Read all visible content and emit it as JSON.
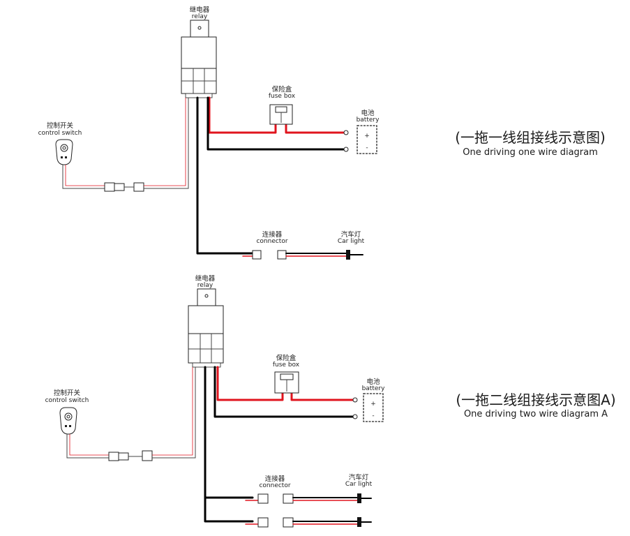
{
  "diagrams": [
    {
      "relay": {
        "cn": "继电器",
        "en": "relay"
      },
      "fuse": {
        "cn": "保险盒",
        "en": "fuse box"
      },
      "battery": {
        "cn": "电池",
        "en": "battery",
        "plus": "+",
        "minus": "-"
      },
      "switch": {
        "cn": "控制开关",
        "en": "control switch"
      },
      "connector": {
        "cn": "连接器",
        "en": "connector"
      },
      "light": {
        "cn": "汽车灯",
        "en": "Car light"
      },
      "caption": {
        "cn": "(一拖一线组接线示意图)",
        "en": "One driving one wire diagram"
      }
    },
    {
      "relay": {
        "cn": "继电器",
        "en": "relay"
      },
      "fuse": {
        "cn": "保险盒",
        "en": "fuse box"
      },
      "battery": {
        "cn": "电池",
        "en": "battery",
        "plus": "+",
        "minus": "-"
      },
      "switch": {
        "cn": "控制开关",
        "en": "control switch"
      },
      "connector": {
        "cn": "连接器",
        "en": "connector"
      },
      "light": {
        "cn": "汽车灯",
        "en": "Car light"
      },
      "caption": {
        "cn": "(一拖二线组接线示意图A)",
        "en": "One driving two wire diagram A"
      }
    }
  ],
  "colors": {
    "positive_wire": "#e0141e",
    "ground_wire": "#000000",
    "outline": "#222222"
  }
}
